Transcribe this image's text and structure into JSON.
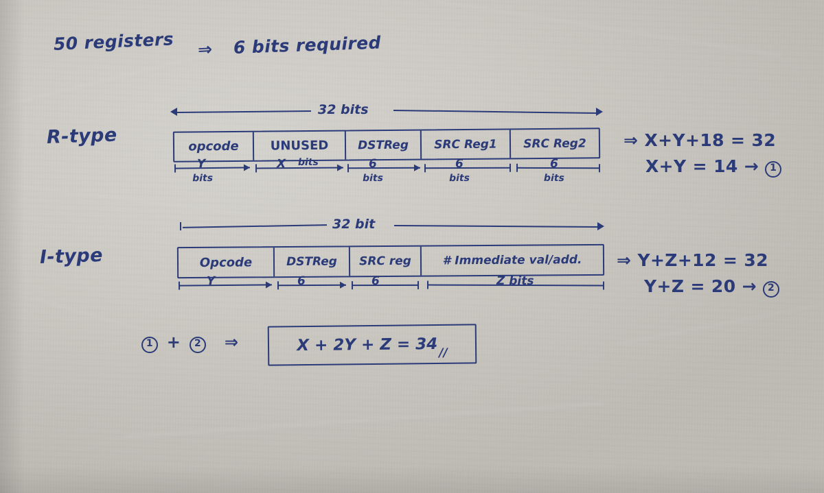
{
  "note": {
    "medium": "handwritten-pen-on-paper",
    "ink_color": "#2b3a78",
    "paper_color": "#cecbc5",
    "heading": {
      "registers": "50 registers",
      "implies_arrow": "⇒",
      "bits_required": "6 bits required"
    },
    "rtype": {
      "label": "R-type",
      "width_label": "32 bits",
      "fields": [
        {
          "name": "opcode",
          "size_label": "Y",
          "size_unit": "bits"
        },
        {
          "name": "UNUSED",
          "size_label": "X",
          "size_unit": "bits"
        },
        {
          "name": "DSTReg",
          "size_label": "6",
          "size_unit": "bits"
        },
        {
          "name": "SRC Reg1",
          "size_label": "6",
          "size_unit": "bits"
        },
        {
          "name": "SRC Reg2",
          "size_label": "6",
          "size_unit": "bits"
        }
      ],
      "equations": [
        "⇒  X+Y+18 = 32",
        "X+Y = 14  →"
      ],
      "eq_ref": "1"
    },
    "itype": {
      "label": "I-type",
      "width_label": "32 bit",
      "fields": [
        {
          "name": "Opcode",
          "size_label": "Y",
          "size_unit": ""
        },
        {
          "name": "DSTReg",
          "size_label": "6",
          "size_unit": ""
        },
        {
          "name": "SRC reg",
          "size_label": "6",
          "size_unit": ""
        },
        {
          "name": "# Immediate val/add.",
          "size_label": "Z bits",
          "size_unit": ""
        }
      ],
      "equations": [
        "⇒ Y+Z+12 = 32",
        "Y+Z = 20  →"
      ],
      "eq_ref": "2"
    },
    "conclusion": {
      "lhs_ref_a": "1",
      "plus": "+",
      "lhs_ref_b": "2",
      "implies": "⇒",
      "result": "X + 2Y + Z = 34",
      "underline_mark": "//"
    }
  }
}
